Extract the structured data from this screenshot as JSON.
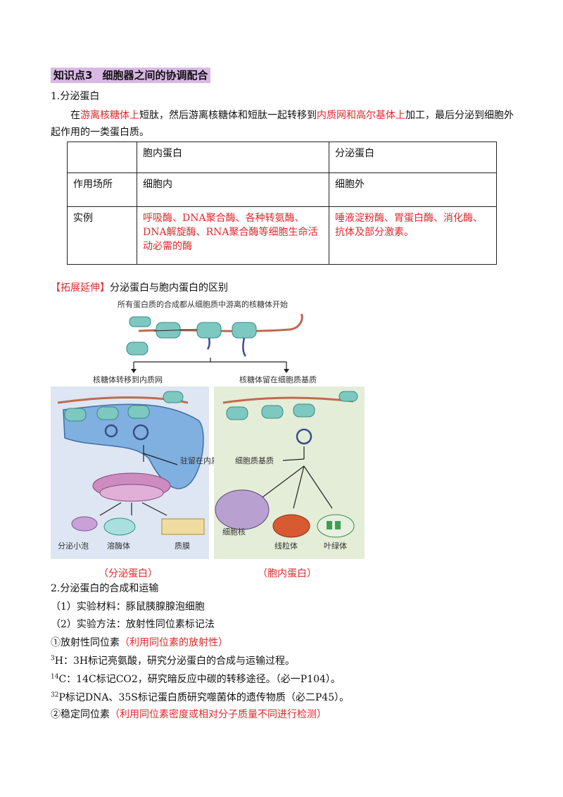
{
  "heading": {
    "number": "知识点3",
    "title": "细胞器之间的协调配合"
  },
  "section1": {
    "title": "1.分泌蛋白",
    "para_parts": [
      "在",
      "游离核糖体上",
      "短肽，然后游离核糖体和短肽一起转移到",
      "内质网和高尔基体上",
      "加工，最后分泌到细胞外起作用的一类蛋白质。"
    ]
  },
  "table": {
    "headers": [
      "",
      "胞内蛋白",
      "分泌蛋白"
    ],
    "rows": [
      {
        "label": "作用场所",
        "a": "细胞内",
        "b": "细胞外"
      },
      {
        "label": "实例",
        "a": "呼吸酶、DNA聚合酶、各种转氨酶、DNA解旋酶、RNA聚合酶等细胞生命活动必需的酶",
        "b": "唾液淀粉酶、胃蛋白酶、消化酶、抗体及部分激素。"
      }
    ]
  },
  "extension": {
    "tag": "【拓展延伸】",
    "title": "分泌蛋白与胞内蛋白的区别"
  },
  "figure": {
    "top_caption": "所有蛋白质的合成都从细胞质中游离的核糖体开始",
    "left_title": "核糖体转移到内质网",
    "right_title": "核糖体留在细胞质基质",
    "er_label": "驻留在内质网",
    "vesicle": "分泌小泡",
    "lysosome": "溶酶体",
    "membrane": "质膜",
    "cytosol": "细胞质基质",
    "nucleus": "细胞核",
    "mito": "线粒体",
    "chloro": "叶绿体",
    "left_caption": "（分泌蛋白）",
    "right_caption": "（胞内蛋白）"
  },
  "section2": {
    "title": "2.分泌蛋白的合成和运输",
    "item1": "（1）实验材料：豚鼠胰腺腺泡细胞",
    "item2": "（2）实验方法：放射性同位素标记法",
    "iso1_label": "①放射性同位素",
    "iso1_note": "（利用同位素的放射性）",
    "h_line": "H：3H标记亮氨酸，研究分泌蛋白的合成与运输过程。",
    "c_line": "C：14C标记CO2，研究暗反应中碳的转移途径。（必一P104）。",
    "ps_line": "P标记DNA、35S标记蛋白质研究噬菌体的遗传物质（必二P45）。",
    "iso2_label": "②稳定同位素",
    "iso2_note": "（利用同位素密度或相对分子质量不同进行检测）"
  }
}
